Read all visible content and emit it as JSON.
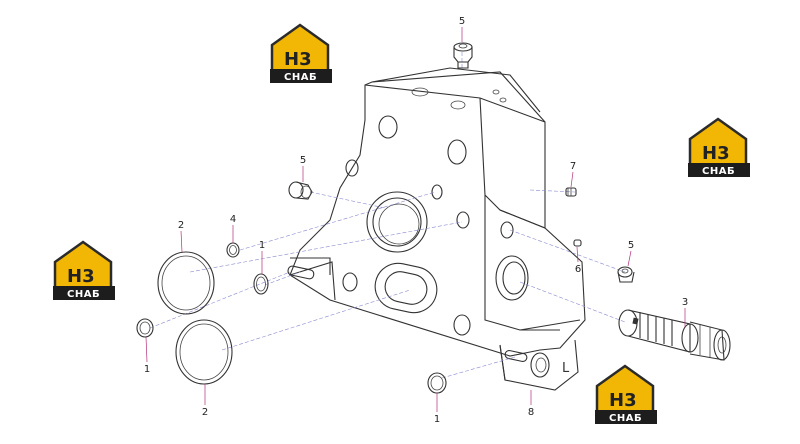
{
  "diagram": {
    "callouts": [
      {
        "id": "c1a",
        "label": "1"
      },
      {
        "id": "c1b",
        "label": "1"
      },
      {
        "id": "c1c",
        "label": "1"
      },
      {
        "id": "c2a",
        "label": "2"
      },
      {
        "id": "c2b",
        "label": "2"
      },
      {
        "id": "c3",
        "label": "3"
      },
      {
        "id": "c4",
        "label": "4"
      },
      {
        "id": "c5a",
        "label": "5"
      },
      {
        "id": "c5b",
        "label": "5"
      },
      {
        "id": "c5c",
        "label": "5"
      },
      {
        "id": "c6",
        "label": "6"
      },
      {
        "id": "c7",
        "label": "7"
      },
      {
        "id": "c8",
        "label": "8"
      }
    ],
    "port_mark": "L"
  },
  "watermark": {
    "letters": "H3",
    "text": "СНАБ",
    "colors": {
      "house": "#f2b705",
      "outline": "#2b2b2b",
      "bar": "#1d1d1d"
    }
  }
}
